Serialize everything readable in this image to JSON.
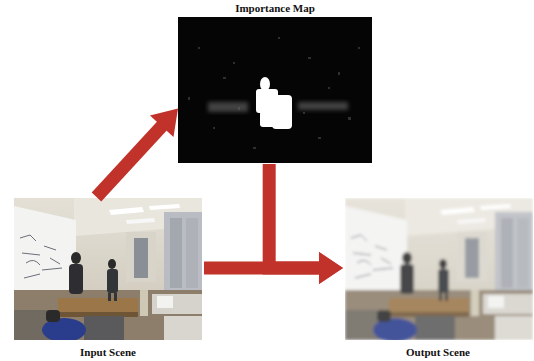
{
  "diagram": {
    "nodes": [
      {
        "text": [
          "Importance Map"
        ]
      },
      {
        "text": [
          "Input Scene"
        ]
      },
      {
        "text": [
          "Output Scene"
        ]
      }
    ],
    "edges": [
      {
        "from": 1,
        "to": 0,
        "arrow": "to"
      },
      {
        "from": 0,
        "to": 2,
        "arrow": "to"
      },
      {
        "from": 1,
        "to": 2,
        "arrow": "to"
      }
    ]
  }
}
